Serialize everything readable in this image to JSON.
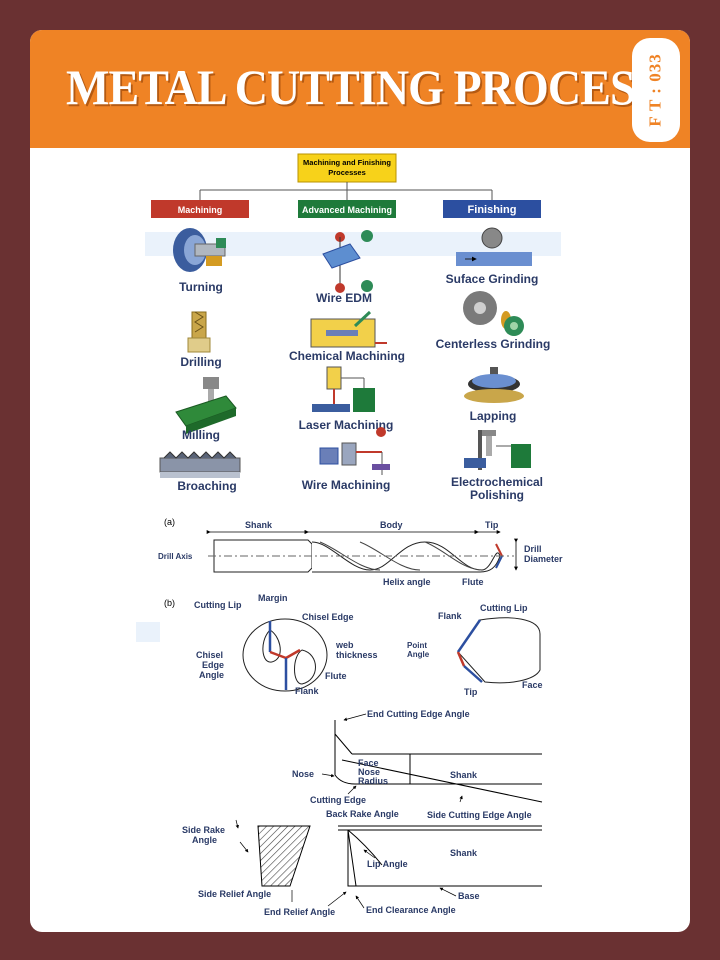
{
  "header": {
    "title": "METAL CUTTING PROCESS",
    "code": "F T : 033"
  },
  "tree": {
    "root": "Machining and Finishing Processes",
    "root_line1": "Machining and Finishing",
    "root_line2": "Processes",
    "categories": [
      {
        "label": "Machining",
        "color": "#c0392b",
        "items": [
          "Turning",
          "Drilling",
          "Milling",
          "Broaching"
        ]
      },
      {
        "label": "Advanced Machining",
        "color": "#1e7a3a",
        "items": [
          "Wire EDM",
          "Chemical Machining",
          "Laser Machining",
          "Wire Machining"
        ]
      },
      {
        "label": "Finishing",
        "color": "#2c4fa0",
        "items": [
          "Suface Grinding",
          "Centerless Grinding",
          "Lapping",
          "Electrochemical",
          "Polishing"
        ]
      }
    ]
  },
  "drill": {
    "label_a": "(a)",
    "label_b": "(b)",
    "shank": "Shank",
    "body": "Body",
    "tip": "Tip",
    "drill_axis": "Drill Axis",
    "drill_diameter_1": "Drill",
    "drill_diameter_2": "Diameter",
    "helix_angle": "Helix angle",
    "flute": "Flute",
    "cutting_lip": "Cutting Lip",
    "margin": "Margin",
    "chisel_edge": "Chisel Edge",
    "web_thickness_1": "web",
    "web_thickness_2": "thickness",
    "chisel_edge_angle_1": "Chisel",
    "chisel_edge_angle_2": "Edge",
    "chisel_edge_angle_3": "Angle",
    "flute_b": "Flute",
    "flank": "Flank",
    "flank_r": "Flank",
    "cutting_lip_r": "Cutting Lip",
    "point_angle_1": "Point",
    "point_angle_2": "Angle",
    "tip_r": "Tip",
    "face": "Face"
  },
  "tool": {
    "end_cutting_edge_angle": "End Cutting Edge Angle",
    "nose": "Nose",
    "face": "Face",
    "nose_radius_1": "Nose",
    "nose_radius_2": "Radius",
    "shank_top": "Shank",
    "cutting_edge": "Cutting Edge",
    "back_rake_angle": "Back Rake Angle",
    "side_cutting_edge_angle": "Side Cutting Edge Angle",
    "side_rake_angle_1": "Side Rake",
    "side_rake_angle_2": "Angle",
    "lip_angle": "Lip Angle",
    "shank_bottom": "Shank",
    "side_relief_angle": "Side Relief Angle",
    "base": "Base",
    "end_relief_angle": "End Relief Angle",
    "end_clearance_angle": "End Clearance Angle"
  }
}
